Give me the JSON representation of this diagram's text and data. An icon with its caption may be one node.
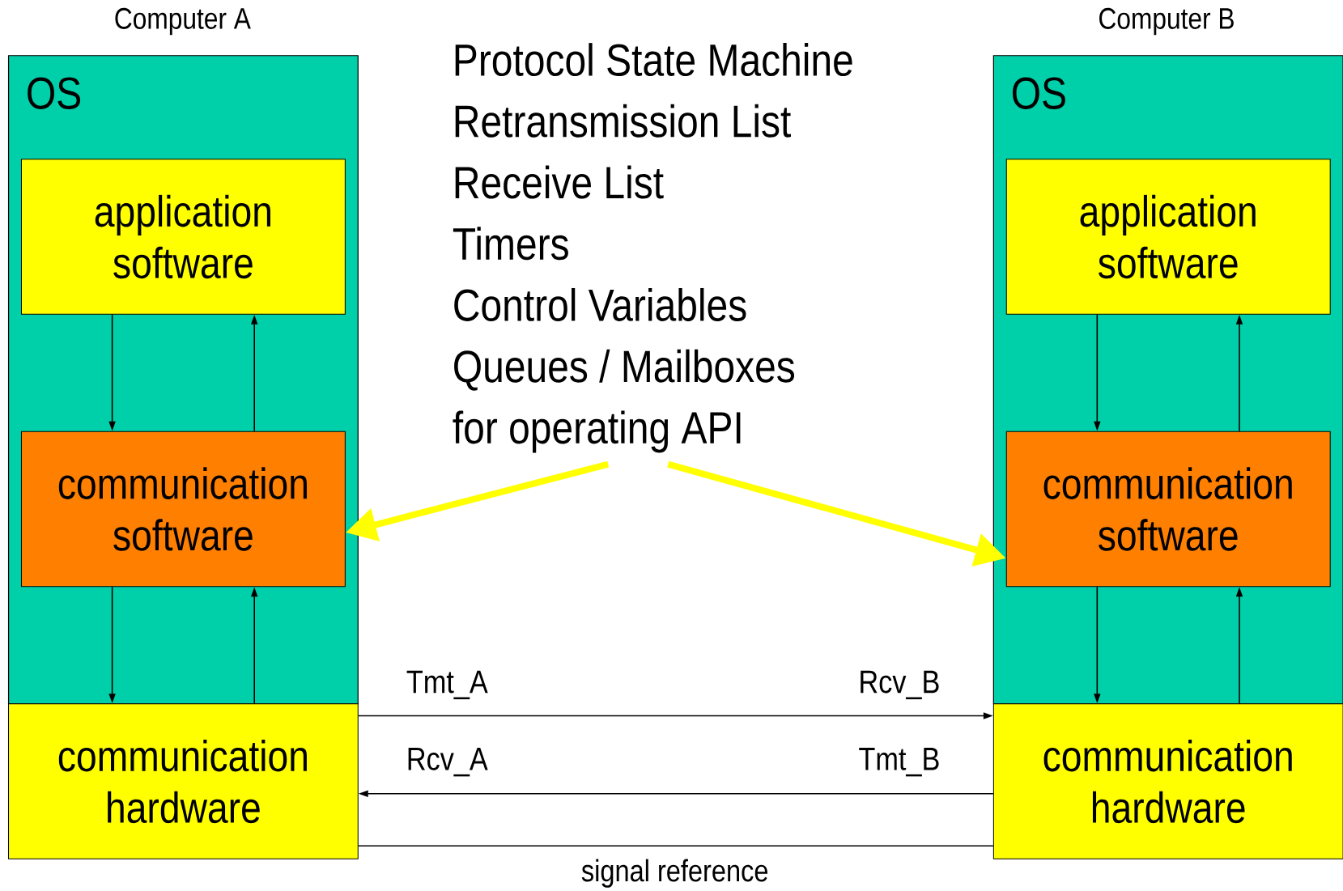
{
  "diagram": {
    "nodes": [
      {
        "text": [
          "OS"
        ]
      },
      {
        "text": [
          "application software"
        ],
        "in": 0
      },
      {
        "text": [
          "communication software"
        ],
        "in": 0
      },
      {
        "text": [
          "communication hardware"
        ],
        "beside": [
          "Tmt_A",
          "Rcv_A"
        ]
      },
      {
        "text": [
          "OS"
        ]
      },
      {
        "text": [
          "application software"
        ],
        "in": 4
      },
      {
        "text": [
          "communication software"
        ],
        "in": 4
      },
      {
        "text": [
          "communication hardware"
        ],
        "beside": [
          "Rcv_B",
          "Tmt_B"
        ]
      },
      {
        "text": [
          "Protocol State Machine",
          "Retransmission List",
          "Receive List",
          "Timers",
          "Control Variables",
          "Queues / Mailboxes",
          "for operating API"
        ]
      }
    ],
    "edges": [
      {
        "from": 1,
        "to": 2,
        "arrow": "to"
      },
      {
        "from": 2,
        "to": 1,
        "arrow": "to"
      },
      {
        "from": 2,
        "to": 3,
        "arrow": "to"
      },
      {
        "from": 3,
        "to": 2,
        "arrow": "to"
      },
      {
        "from": 5,
        "to": 6,
        "arrow": "to"
      },
      {
        "from": 6,
        "to": 5,
        "arrow": "to"
      },
      {
        "from": 6,
        "to": 7,
        "arrow": "to"
      },
      {
        "from": 7,
        "to": 6,
        "arrow": "to"
      },
      {
        "from": 8,
        "to": 2,
        "arrow": "to",
        "style": "thick",
        "color": "#ffff00"
      },
      {
        "from": 8,
        "to": 6,
        "arrow": "to",
        "style": "thick",
        "color": "#ffff00"
      },
      {
        "from": 3,
        "to": 7,
        "arrow": "to"
      },
      {
        "from": 7,
        "to": 3,
        "arrow": "to"
      },
      {
        "from": 3,
        "to": 7,
        "arrow": "none",
        "label": "signal reference"
      }
    ],
    "labels": [
      "Computer A",
      "Computer B"
    ]
  }
}
